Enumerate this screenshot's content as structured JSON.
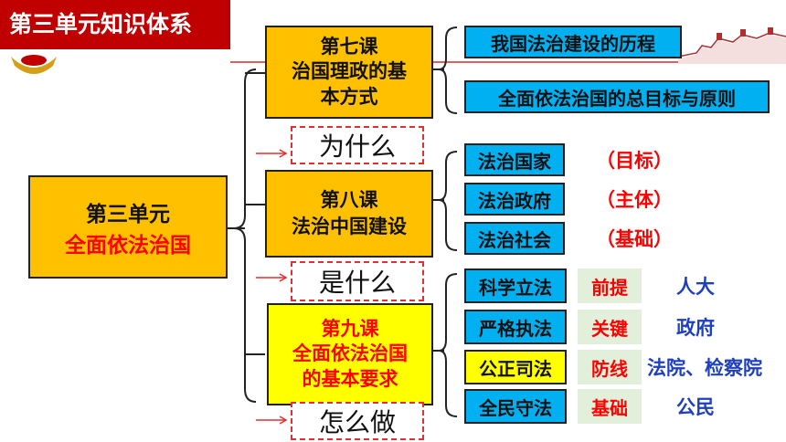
{
  "header": {
    "title": "第三单元知识体系"
  },
  "root": {
    "line1": "第三单元",
    "line2": "全面依法治国"
  },
  "lesson7": {
    "line1": "第七课",
    "line2": "治国理政的基",
    "line3": "本方式"
  },
  "lesson8": {
    "line1": "第八课",
    "line2": "法治中国建设"
  },
  "lesson9": {
    "line1": "第九课",
    "line2": "全面依法治国",
    "line3": "的基本要求"
  },
  "questions": {
    "why": "为什么",
    "what": "是什么",
    "how": "怎么做"
  },
  "lesson7_items": [
    "我国法治建设的历程",
    "全面依法治国的总目标与原则"
  ],
  "lesson8_items": [
    {
      "label": "法治国家",
      "note": "（目标）"
    },
    {
      "label": "法治政府",
      "note": "（主体）"
    },
    {
      "label": "法治社会",
      "note": "（基础）"
    }
  ],
  "lesson9_items": [
    {
      "label": "科学立法",
      "role": "前提",
      "body": "人大"
    },
    {
      "label": "严格执法",
      "role": "关键",
      "body": "政府"
    },
    {
      "label": "公正司法",
      "role": "防线",
      "body": "法院、检察院"
    },
    {
      "label": "全民守法",
      "role": "基础",
      "body": "公民"
    }
  ],
  "colors": {
    "header": "#c00000",
    "orange": "#ffc000",
    "blue": "#00b0f0",
    "yellow": "#ffff00",
    "accent_red": "#ff0000",
    "navy": "#1f3fbf"
  }
}
